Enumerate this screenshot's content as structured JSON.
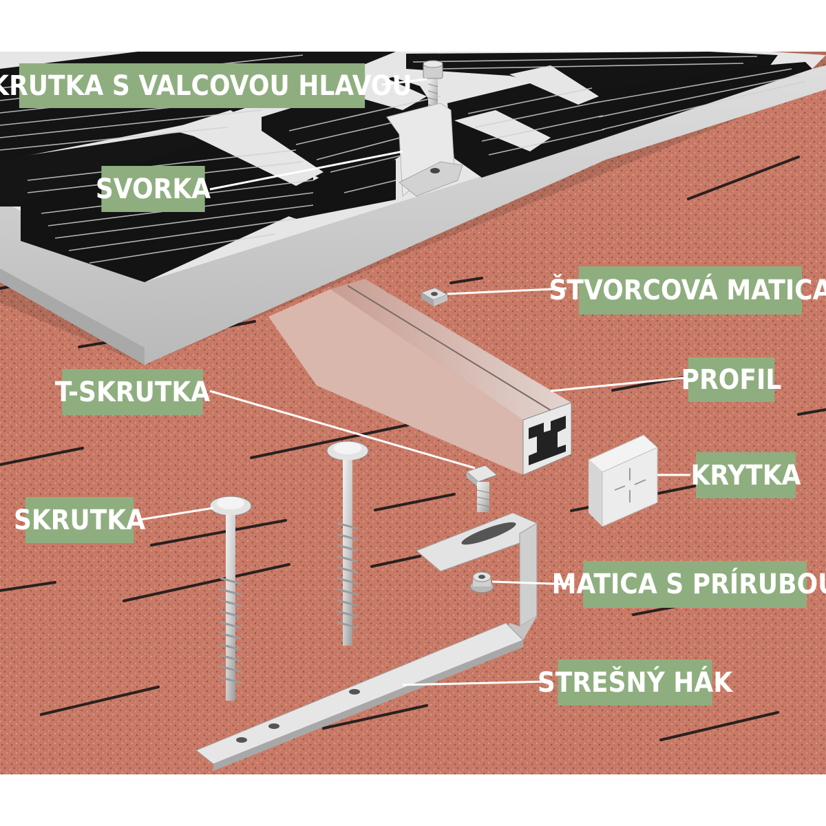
{
  "colors": {
    "label_bg": "#8fae7f",
    "label_text": "#ffffff",
    "leader_line": "#ffffff",
    "roof": "#c97a66",
    "panel_cell": "#141414",
    "aluminium": "#d8d8d8"
  },
  "labels": {
    "screw_cylinder_head": "SKRUTKA S VALCOVOU HLAVOU",
    "clamp": "SVORKA",
    "square_nut": "ŠTVORCOVÁ MATICA",
    "profile": "PROFIL",
    "t_bolt": "T-SKRUTKA",
    "end_cap": "KRYTKA",
    "screw": "SKRUTKA",
    "flange_nut": "MATICA S PRÍRUBOU",
    "roof_hook": "STREŠNÝ HÁK"
  }
}
